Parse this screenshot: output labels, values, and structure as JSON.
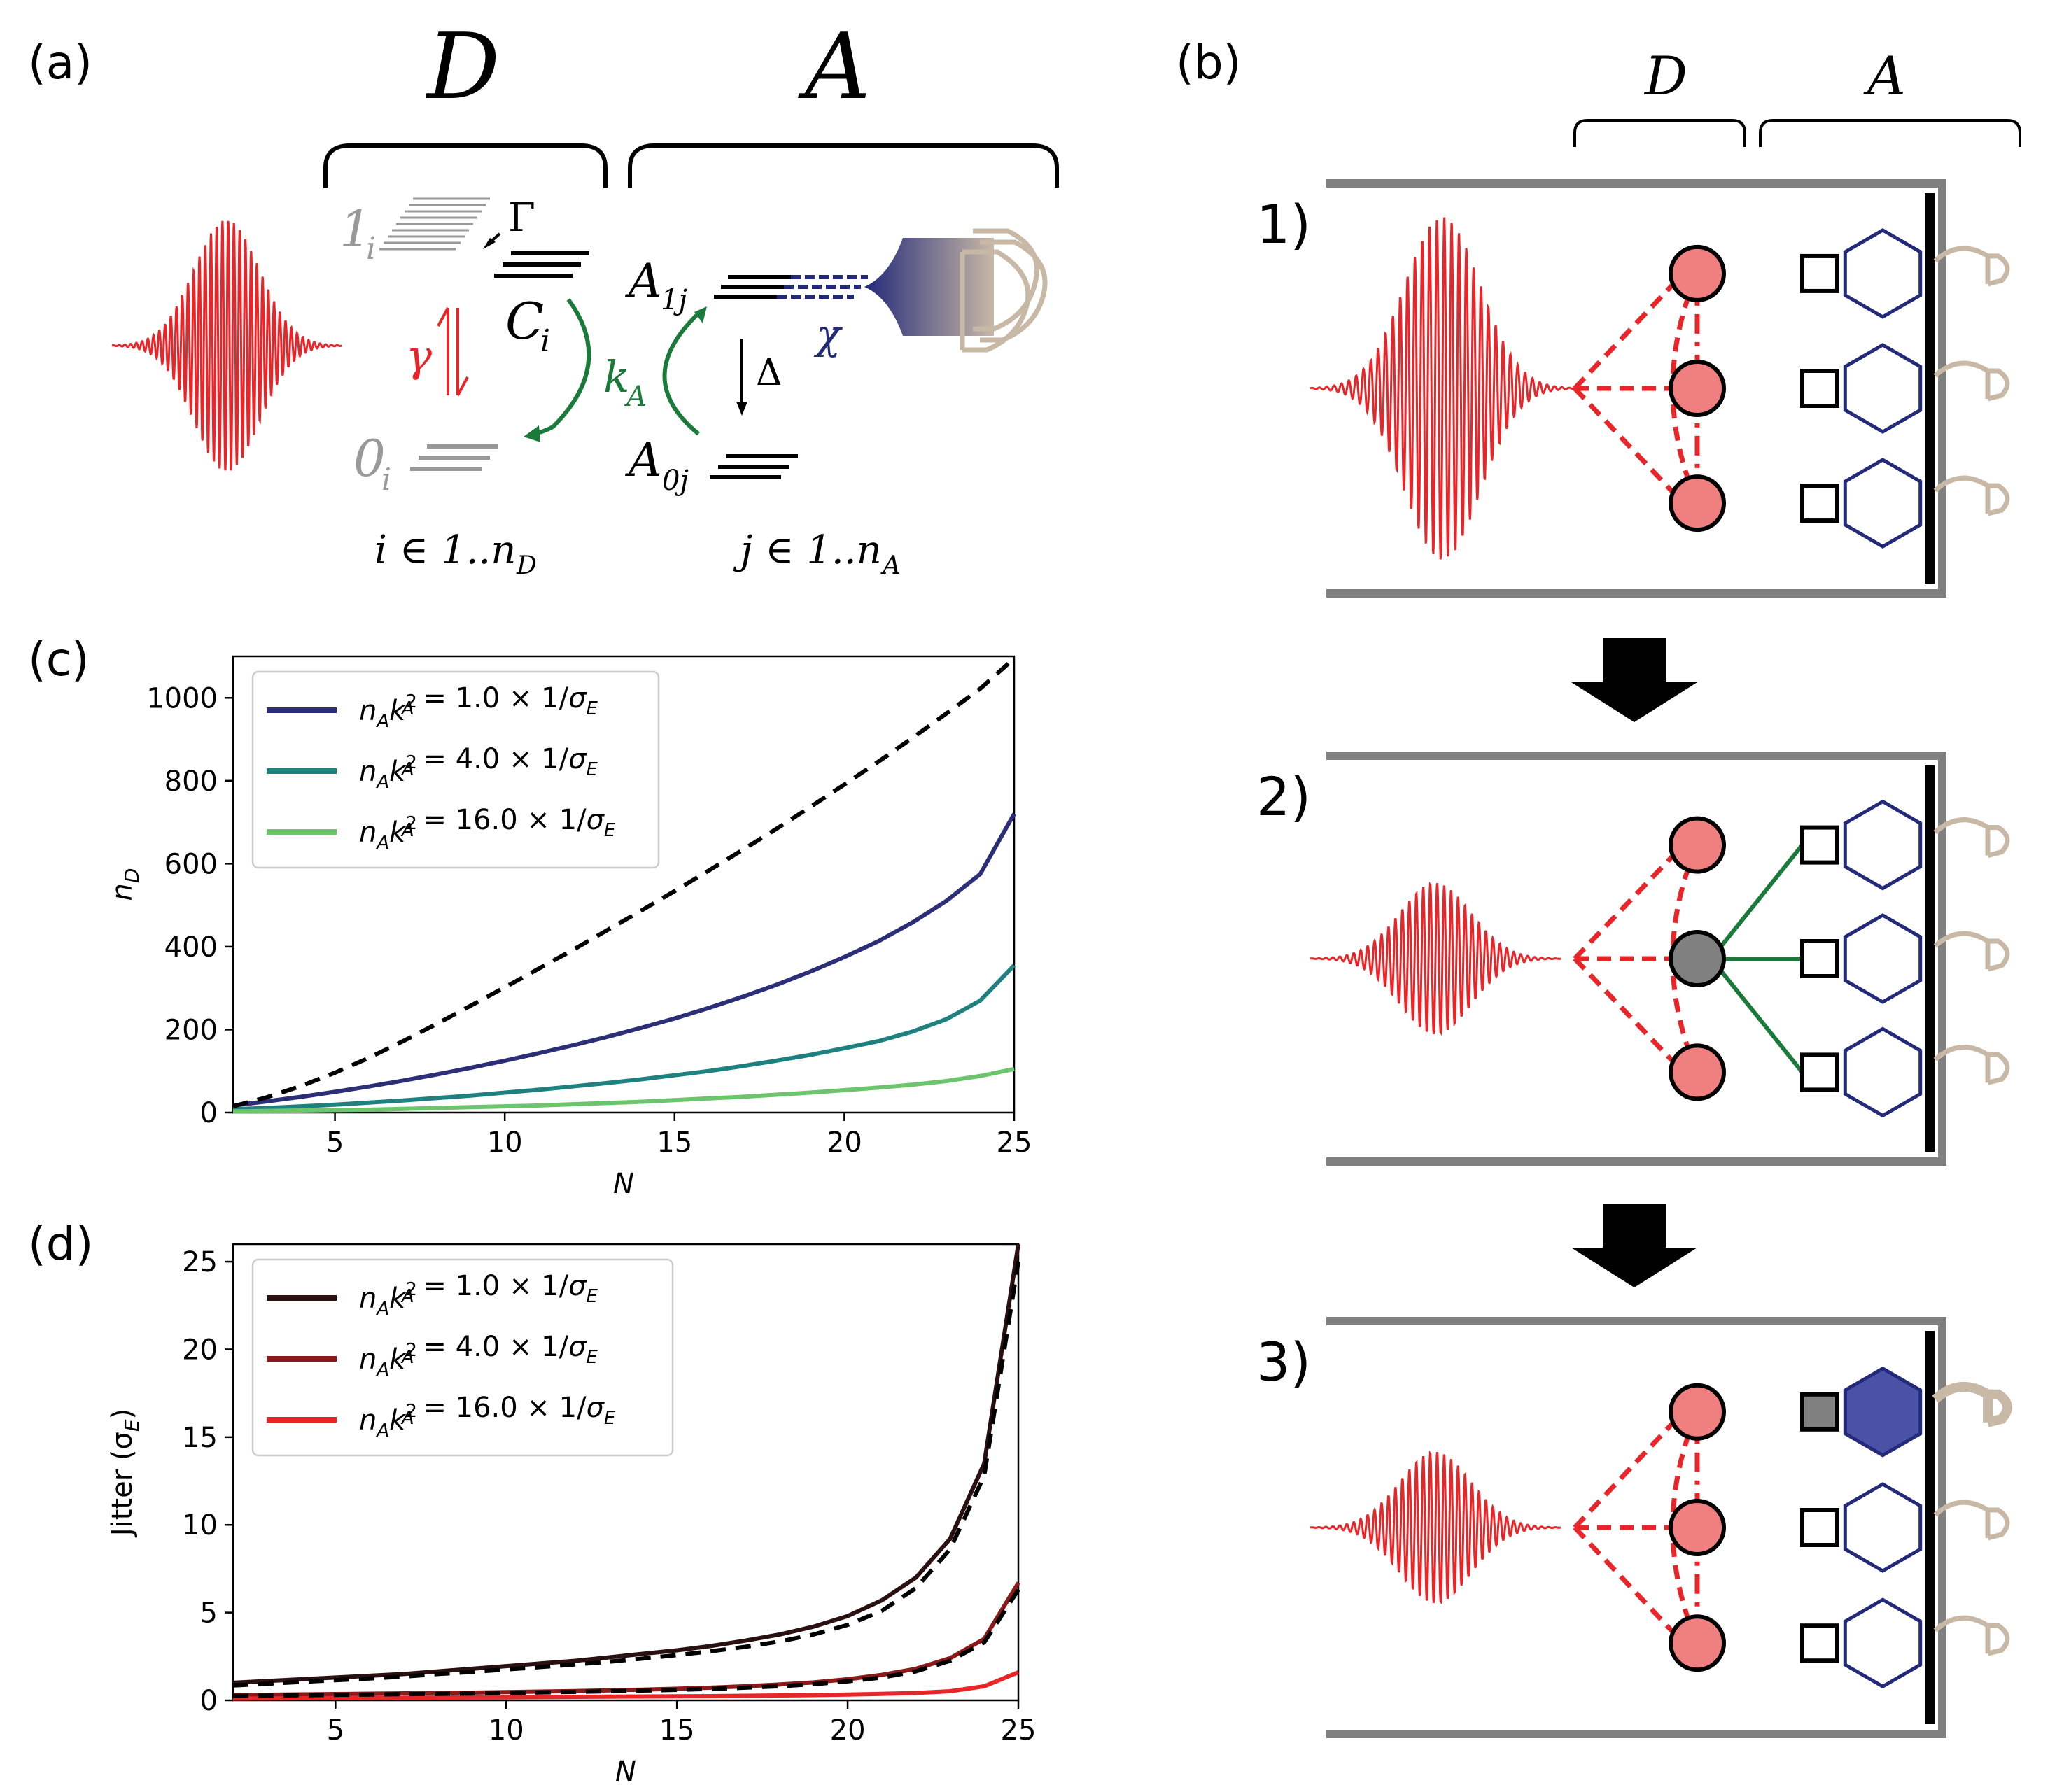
{
  "panels": {
    "a": {
      "label": "(a)",
      "donor_header": "D",
      "acceptor_header": "A",
      "level_1i": "1",
      "level_1i_sub": "i",
      "gamma_cap": "Γ",
      "level_ci": "C",
      "level_ci_sub": "i",
      "gamma": "γ",
      "level_0i": "0",
      "level_0i_sub": "i",
      "ka": "k",
      "ka_sub": "A",
      "level_a1j": "A",
      "level_a1j_sub": "1j",
      "delta": "Δ",
      "chi": "χ",
      "level_a0j": "A",
      "level_a0j_sub": "0j",
      "donor_index": "i ∈ 1..n",
      "donor_index_sub": "D",
      "acceptor_index": "j ∈ 1..n",
      "acceptor_index_sub": "A"
    },
    "b": {
      "label": "(b)",
      "donor_header": "D",
      "acceptor_header": "A",
      "steps": [
        "1)",
        "2)",
        "3)"
      ]
    },
    "c": {
      "label": "(c)"
    },
    "d": {
      "label": "(d)"
    }
  },
  "colors": {
    "pulse": "#e8262a",
    "donor_fill": "#f08080",
    "excited_fill": "#808080",
    "acceptor_edge": "#232a7a",
    "acceptor_fill_active": "#4a52a8",
    "ka_green": "#1a7a3a",
    "tail": "#c8b8a6",
    "wall": "#808080"
  },
  "chart_data": [
    {
      "type": "line",
      "ylabel_main": "n",
      "ylabel_sub": "D",
      "xlabel": "N",
      "xlim": [
        2,
        25
      ],
      "ylim": [
        0,
        1100
      ],
      "xticks": [
        5,
        10,
        15,
        20,
        25
      ],
      "yticks": [
        0,
        200,
        400,
        600,
        800,
        1000
      ],
      "legend_position": "top-left",
      "x": [
        2,
        3,
        4,
        5,
        6,
        7,
        8,
        9,
        10,
        11,
        12,
        13,
        14,
        15,
        16,
        17,
        18,
        19,
        20,
        21,
        22,
        23,
        24,
        25
      ],
      "series": [
        {
          "legend": "n_A k_A^2 = 1.0 × 1/σ_E",
          "color": "#2c2e78",
          "dashed": false,
          "values": [
            17,
            27,
            38,
            50,
            63,
            77,
            92,
            108,
            125,
            143,
            162,
            182,
            204,
            227,
            252,
            279,
            308,
            340,
            375,
            413,
            458,
            510,
            575,
            720
          ]
        },
        {
          "legend": "n_A k_A^2 = 4.0 × 1/σ_E",
          "color": "#1f8080",
          "dashed": false,
          "values": [
            8,
            11,
            15,
            19,
            24,
            29,
            35,
            41,
            48,
            55,
            63,
            71,
            80,
            90,
            100,
            112,
            125,
            139,
            155,
            172,
            195,
            225,
            270,
            355
          ]
        },
        {
          "legend": "n_A k_A^2 = 16.0 × 1/σ_E",
          "color": "#6cc46c",
          "dashed": false,
          "values": [
            3,
            4,
            5,
            6,
            7,
            9,
            11,
            13,
            15,
            17,
            20,
            23,
            26,
            30,
            34,
            38,
            43,
            48,
            54,
            60,
            67,
            76,
            88,
            105
          ]
        },
        {
          "legend": "",
          "color": "#000000",
          "dashed": true,
          "values": [
            15,
            37,
            64,
            96,
            132,
            172,
            214,
            258,
            302,
            347,
            392,
            439,
            486,
            534,
            583,
            633,
            684,
            737,
            791,
            846,
            903,
            962,
            1022,
            1095
          ]
        }
      ]
    },
    {
      "type": "line",
      "ylabel": "Jitter (σ",
      "ylabel_sub": "E",
      "ylabel_close": ")",
      "xlabel": "N",
      "xlim": [
        2,
        25
      ],
      "ylim": [
        0,
        26
      ],
      "xticks": [
        5,
        10,
        15,
        20,
        25
      ],
      "yticks": [
        0,
        5,
        10,
        15,
        20,
        25
      ],
      "legend_position": "top-left",
      "x": [
        2,
        3,
        4,
        5,
        6,
        7,
        8,
        9,
        10,
        11,
        12,
        13,
        14,
        15,
        16,
        17,
        18,
        19,
        20,
        21,
        22,
        23,
        24,
        25
      ],
      "series": [
        {
          "legend": "n_A k_A^2 = 1.0 × 1/σ_E",
          "color": "#2a1010",
          "dashed": false,
          "values": [
            1.0,
            1.1,
            1.2,
            1.3,
            1.4,
            1.5,
            1.65,
            1.8,
            1.95,
            2.1,
            2.25,
            2.45,
            2.65,
            2.85,
            3.1,
            3.4,
            3.75,
            4.2,
            4.8,
            5.7,
            7.0,
            9.2,
            13.5,
            26.0
          ]
        },
        {
          "legend": "n_A k_A^2 = 4.0 × 1/σ_E",
          "color": "#8c1a1a",
          "dashed": false,
          "values": [
            0.3,
            0.32,
            0.34,
            0.36,
            0.38,
            0.4,
            0.42,
            0.44,
            0.47,
            0.5,
            0.53,
            0.57,
            0.61,
            0.66,
            0.72,
            0.8,
            0.9,
            1.02,
            1.2,
            1.45,
            1.8,
            2.4,
            3.5,
            6.7
          ]
        },
        {
          "legend": "n_A k_A^2 = 16.0 × 1/σ_E",
          "color": "#e8262a",
          "dashed": false,
          "values": [
            0.1,
            0.11,
            0.12,
            0.13,
            0.14,
            0.15,
            0.16,
            0.17,
            0.18,
            0.19,
            0.2,
            0.21,
            0.22,
            0.23,
            0.24,
            0.26,
            0.28,
            0.3,
            0.33,
            0.37,
            0.42,
            0.52,
            0.8,
            1.6
          ]
        },
        {
          "legend": "",
          "color": "#000000",
          "dashed": true,
          "group": "1",
          "values": [
            0.85,
            0.95,
            1.05,
            1.15,
            1.25,
            1.35,
            1.5,
            1.62,
            1.76,
            1.9,
            2.04,
            2.2,
            2.38,
            2.58,
            2.8,
            3.05,
            3.35,
            3.75,
            4.3,
            5.1,
            6.4,
            8.6,
            12.8,
            25.0
          ]
        },
        {
          "legend": "",
          "color": "#000000",
          "dashed": true,
          "group": "4",
          "values": [
            0.25,
            0.27,
            0.29,
            0.31,
            0.33,
            0.35,
            0.37,
            0.39,
            0.42,
            0.45,
            0.48,
            0.52,
            0.56,
            0.6,
            0.65,
            0.72,
            0.8,
            0.92,
            1.08,
            1.3,
            1.65,
            2.25,
            3.3,
            6.3
          ]
        }
      ]
    }
  ]
}
